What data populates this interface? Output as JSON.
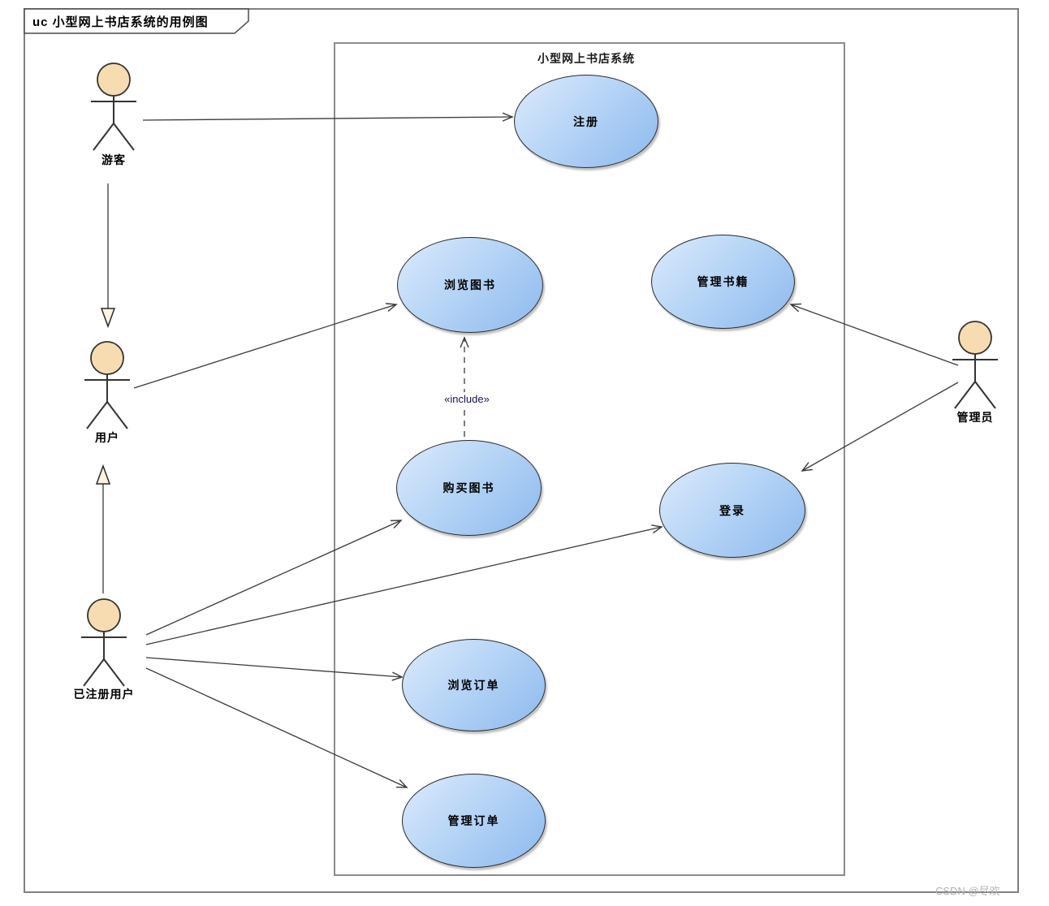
{
  "frame": {
    "title": "uc 小型网上书店系统的用例图"
  },
  "system": {
    "title": "小型网上书店系统"
  },
  "actors": [
    {
      "name": "游客"
    },
    {
      "name": "用户"
    },
    {
      "name": "已注册用户"
    },
    {
      "name": "管理员"
    }
  ],
  "usecases": [
    {
      "label": "注册"
    },
    {
      "label": "浏览图书"
    },
    {
      "label": "管理书籍"
    },
    {
      "label": "购买图书"
    },
    {
      "label": "登录"
    },
    {
      "label": "浏览订单"
    },
    {
      "label": "管理订单"
    }
  ],
  "relations": {
    "include_label": "«include»"
  },
  "watermark": "CSDN @尽欢",
  "colors": {
    "ellipse_light": "#ddeafc",
    "ellipse_dark": "#8db9ee",
    "actor_head": "#f6dcb0",
    "frame_border": "#808080",
    "line": "#3a3a3a"
  }
}
